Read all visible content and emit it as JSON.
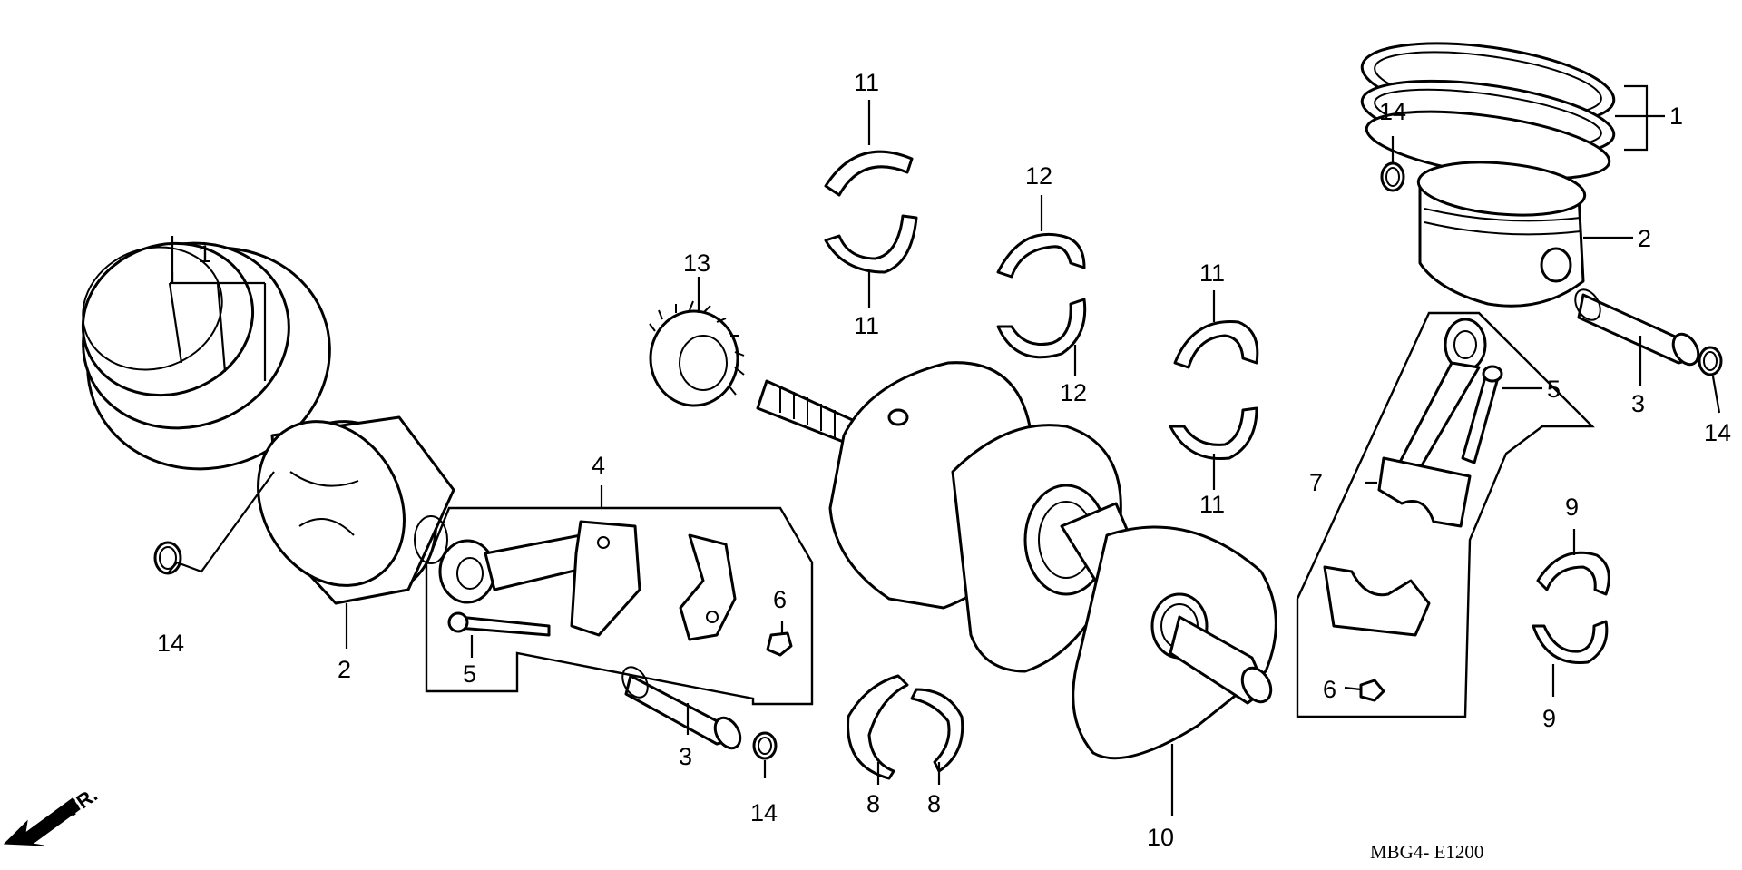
{
  "diagram": {
    "code": "MBG4- E1200",
    "direction_label": "FR.",
    "callouts": [
      {
        "id": "c-1-left",
        "text": "1"
      },
      {
        "id": "c-1-right",
        "text": "1"
      },
      {
        "id": "c-2-left",
        "text": "2"
      },
      {
        "id": "c-2-right",
        "text": "2"
      },
      {
        "id": "c-3-left",
        "text": "3"
      },
      {
        "id": "c-3-right",
        "text": "3"
      },
      {
        "id": "c-4",
        "text": "4"
      },
      {
        "id": "c-5-left",
        "text": "5"
      },
      {
        "id": "c-5-right",
        "text": "5"
      },
      {
        "id": "c-6-left",
        "text": "6"
      },
      {
        "id": "c-6-right",
        "text": "6"
      },
      {
        "id": "c-7",
        "text": "7"
      },
      {
        "id": "c-8-a",
        "text": "8"
      },
      {
        "id": "c-8-b",
        "text": "8"
      },
      {
        "id": "c-9-top",
        "text": "9"
      },
      {
        "id": "c-9-bottom",
        "text": "9"
      },
      {
        "id": "c-10",
        "text": "10"
      },
      {
        "id": "c-11-top-a",
        "text": "11"
      },
      {
        "id": "c-11-bottom-a",
        "text": "11"
      },
      {
        "id": "c-11-top-b",
        "text": "11"
      },
      {
        "id": "c-11-bottom-b",
        "text": "11"
      },
      {
        "id": "c-12-top",
        "text": "12"
      },
      {
        "id": "c-12-bottom",
        "text": "12"
      },
      {
        "id": "c-13",
        "text": "13"
      },
      {
        "id": "c-14-left",
        "text": "14"
      },
      {
        "id": "c-14-mid",
        "text": "14"
      },
      {
        "id": "c-14-right-top",
        "text": "14"
      },
      {
        "id": "c-14-right",
        "text": "14"
      }
    ]
  }
}
